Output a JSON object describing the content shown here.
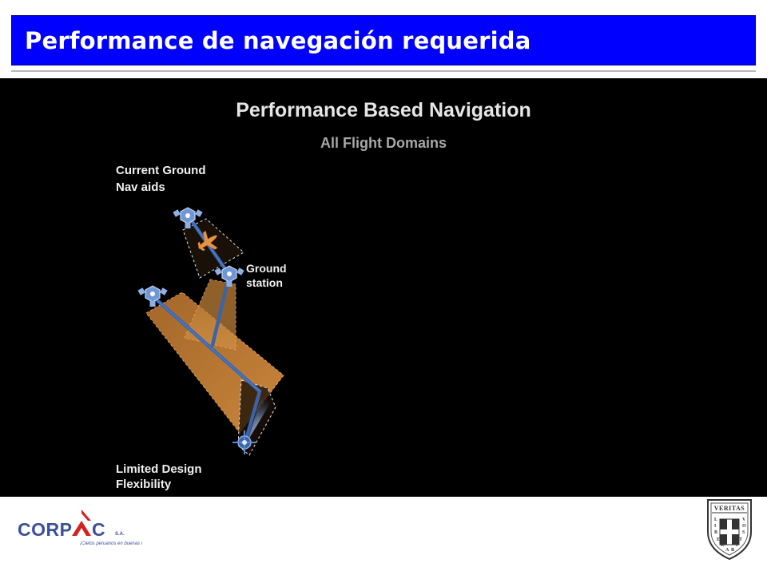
{
  "slide": {
    "title": "Performance de navegación requerida"
  },
  "figure": {
    "heading": "Performance Based Navigation",
    "subheading": "All Flight Domains",
    "label_current": [
      "Current Ground",
      "Nav aids"
    ],
    "label_ground": [
      "Ground",
      "station"
    ],
    "label_limited": [
      "Limited Design",
      "Flexibility"
    ]
  },
  "colors": {
    "title_bar": "#0000ff",
    "title_text": "#ffffff",
    "figure_bg": "#000000",
    "coverage_orange": "#c8822e",
    "navaid_blue": "#6f97d6",
    "aircraft_orange": "#e8913e"
  },
  "logos": {
    "left": {
      "wordmark": "CORPAC",
      "suffix": "S.A.",
      "tagline": "¡Cielos peruanos en buenas manos!"
    },
    "right": {
      "top": "VERITAS",
      "middle": "LIBERABIT",
      "bottom": "VOS"
    }
  }
}
